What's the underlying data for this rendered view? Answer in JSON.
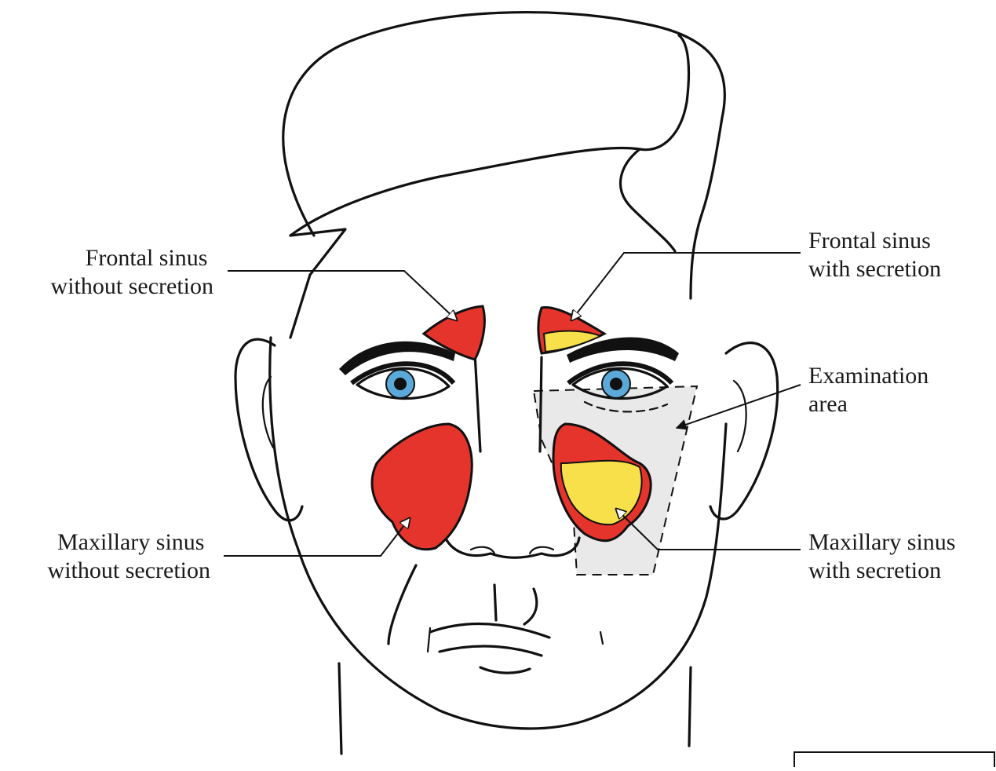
{
  "labels": {
    "frontal_without": [
      "Frontal sinus",
      "without secretion"
    ],
    "frontal_with": [
      "Frontal sinus",
      "with secretion"
    ],
    "examination": [
      "Examination",
      "area"
    ],
    "maxillary_without": [
      "Maxillary sinus",
      "without secretion"
    ],
    "maxillary_with": [
      "Maxillary sinus",
      "with secretion"
    ]
  },
  "colors": {
    "sinus_air": "#e5342c",
    "secretion": "#f7e04a",
    "examination_area": "#e9e9e9",
    "iris": "#5aa9d8",
    "outline": "#111111"
  }
}
